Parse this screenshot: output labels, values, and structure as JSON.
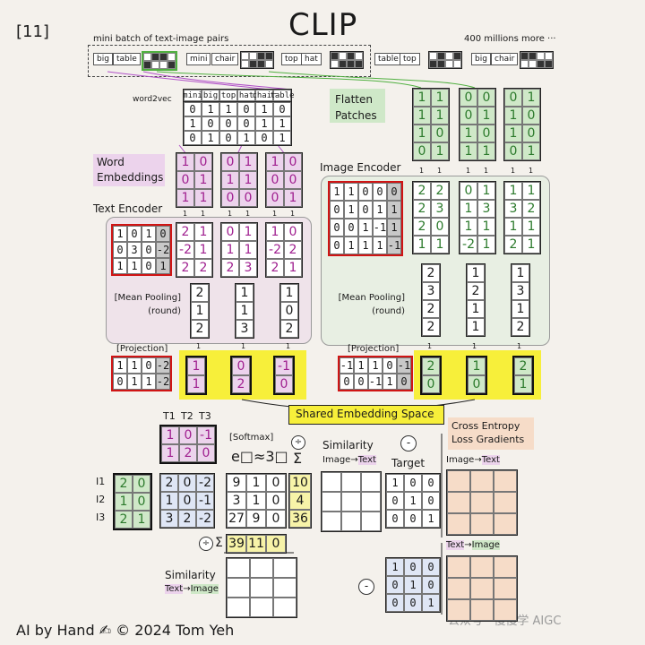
{
  "title": "CLIP",
  "tag_number": "[11]",
  "batch_caption": "mini batch of text-image pairs",
  "more_caption": "400 millions more ···",
  "pairs": [
    [
      "big",
      "table"
    ],
    [
      "mini",
      "chair"
    ],
    [
      "top",
      "hat"
    ],
    [
      "table",
      "top"
    ],
    [
      "big",
      "chair"
    ]
  ],
  "word2vec": {
    "label": "word2vec",
    "headers": [
      "mini",
      "big",
      "top",
      "hat",
      "chair",
      "table"
    ],
    "rows": [
      [
        "0",
        "1",
        "1",
        "0",
        "1",
        "0"
      ],
      [
        "1",
        "0",
        "0",
        "0",
        "1",
        "1"
      ],
      [
        "0",
        "1",
        "0",
        "1",
        "0",
        "1"
      ]
    ]
  },
  "flatten_label": "Flatten Patches",
  "patches": [
    [
      [
        "1",
        "1"
      ],
      [
        "1",
        "1"
      ],
      [
        "1",
        "0"
      ],
      [
        "0",
        "1"
      ]
    ],
    [
      [
        "0",
        "0"
      ],
      [
        "0",
        "1"
      ],
      [
        "1",
        "0"
      ],
      [
        "1",
        "1"
      ]
    ],
    [
      [
        "0",
        "1"
      ],
      [
        "1",
        "0"
      ],
      [
        "1",
        "0"
      ],
      [
        "0",
        "1"
      ]
    ]
  ],
  "word_embeddings": {
    "label": "Word Embeddings",
    "mats": [
      [
        [
          "1",
          "0"
        ],
        [
          "0",
          "1"
        ],
        [
          "1",
          "1"
        ]
      ],
      [
        [
          "0",
          "1"
        ],
        [
          "1",
          "1"
        ],
        [
          "0",
          "0"
        ]
      ],
      [
        [
          "1",
          "0"
        ],
        [
          "0",
          "0"
        ],
        [
          "0",
          "1"
        ]
      ]
    ]
  },
  "text_encoder": {
    "label": "Text Encoder",
    "weights": [
      [
        "1",
        "0",
        "1",
        "0"
      ],
      [
        "0",
        "3",
        "0",
        "-2"
      ],
      [
        "1",
        "1",
        "0",
        "1"
      ]
    ],
    "outputs": [
      [
        [
          "2",
          "1"
        ],
        [
          "-2",
          "1"
        ],
        [
          "2",
          "2"
        ]
      ],
      [
        [
          "0",
          "1"
        ],
        [
          "1",
          "1"
        ],
        [
          "2",
          "3"
        ]
      ],
      [
        [
          "1",
          "0"
        ],
        [
          "-2",
          "2"
        ],
        [
          "2",
          "1"
        ]
      ]
    ],
    "pool_label": "[Mean Pooling] (round)",
    "pooled": [
      [
        "2",
        "1",
        "2"
      ],
      [
        "1",
        "1",
        "3"
      ],
      [
        "1",
        "0",
        "2"
      ]
    ]
  },
  "image_encoder": {
    "label": "Image Encoder",
    "weights": [
      [
        "1",
        "1",
        "0",
        "0",
        "0"
      ],
      [
        "0",
        "1",
        "0",
        "1",
        "1"
      ],
      [
        "0",
        "0",
        "1",
        "-1",
        "1"
      ],
      [
        "0",
        "1",
        "1",
        "1",
        "-1"
      ]
    ],
    "outputs": [
      [
        [
          "2",
          "2"
        ],
        [
          "2",
          "3"
        ],
        [
          "2",
          "0"
        ],
        [
          "1",
          "1"
        ]
      ],
      [
        [
          "0",
          "1"
        ],
        [
          "1",
          "3"
        ],
        [
          "1",
          "1"
        ],
        [
          "-2",
          "1"
        ]
      ],
      [
        [
          "1",
          "1"
        ],
        [
          "3",
          "2"
        ],
        [
          "1",
          "1"
        ],
        [
          "2",
          "1"
        ]
      ]
    ],
    "pool_label": "[Mean Pooling] (round)",
    "pooled": [
      [
        "2",
        "3",
        "2",
        "2"
      ],
      [
        "1",
        "2",
        "1",
        "1"
      ],
      [
        "1",
        "3",
        "1",
        "2"
      ]
    ]
  },
  "projection_label": "[Projection]",
  "text_projection": {
    "weights": [
      [
        "1",
        "1",
        "0",
        "-2"
      ],
      [
        "0",
        "1",
        "1",
        "-2"
      ]
    ],
    "outputs": [
      [
        "1",
        "1"
      ],
      [
        "0",
        "2"
      ],
      [
        "-1",
        "0"
      ]
    ]
  },
  "image_projection": {
    "weights": [
      [
        "-1",
        "1",
        "1",
        "0",
        "-1"
      ],
      [
        "0",
        "0",
        "-1",
        "1",
        "0"
      ]
    ],
    "outputs": [
      [
        "2",
        "0"
      ],
      [
        "1",
        "0"
      ],
      [
        "2",
        "1"
      ]
    ]
  },
  "shared_label": "Shared Embedding Space",
  "T_labels": [
    "T1",
    "T2",
    "T3"
  ],
  "T_matrix": [
    [
      "1",
      "0",
      "-1"
    ],
    [
      "1",
      "2",
      "0"
    ]
  ],
  "I_labels": [
    "I1",
    "I2",
    "I3"
  ],
  "I_matrix": [
    [
      "2",
      "0"
    ],
    [
      "1",
      "0"
    ],
    [
      "2",
      "1"
    ]
  ],
  "dot_matrix": [
    [
      "2",
      "0",
      "-2"
    ],
    [
      "1",
      "0",
      "-1"
    ],
    [
      "3",
      "2",
      "-2"
    ]
  ],
  "softmax_label": "[Softmax]",
  "exp_label": "e□≈3□",
  "sum_symbol": "Σ",
  "div_symbol": "÷",
  "minus_symbol": "-",
  "exp_matrix": [
    [
      "9",
      "1",
      "0"
    ],
    [
      "3",
      "1",
      "0"
    ],
    [
      "27",
      "9",
      "0"
    ]
  ],
  "row_sums": [
    "10",
    "4",
    "36"
  ],
  "col_sums": [
    "39",
    "11",
    "0"
  ],
  "similarity_label": "Similarity",
  "img_to_text": [
    "Image",
    "→",
    "Text"
  ],
  "text_to_img": [
    "Text",
    "→",
    "Image"
  ],
  "target_label": "Target",
  "target": [
    [
      "1",
      "0",
      "0"
    ],
    [
      "0",
      "1",
      "0"
    ],
    [
      "0",
      "0",
      "1"
    ]
  ],
  "ce_label": "Cross Entropy Loss Gradients",
  "footer": "AI by Hand ✍  ©  2024 Tom Yeh",
  "watermark": "公众号 · 慢慢学 AIGC",
  "ones": "1"
}
